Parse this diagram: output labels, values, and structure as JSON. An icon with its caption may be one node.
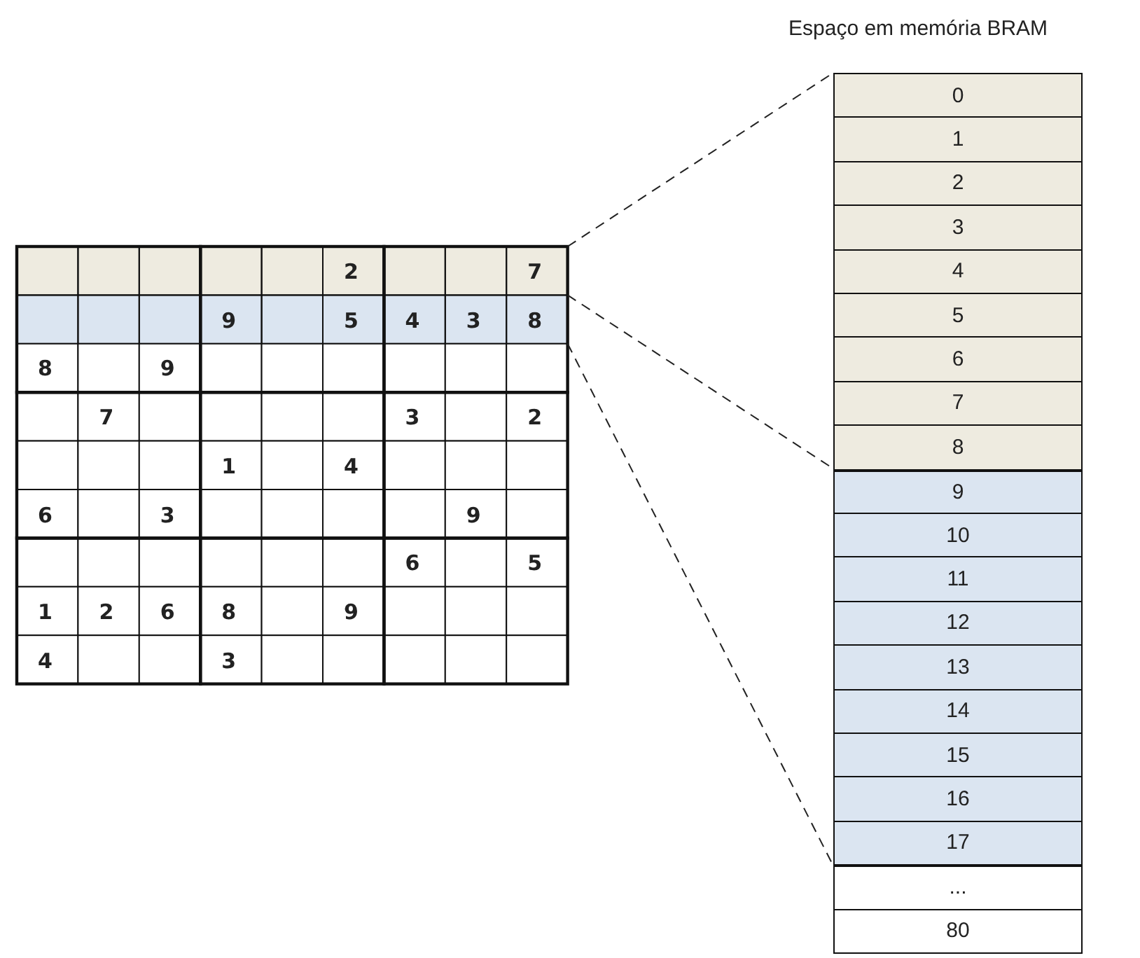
{
  "diagram": {
    "title": "Espaço em memória BRAM",
    "nodes": [
      {
        "text": [],
        "shape": "bar"
      },
      {
        "text": [],
        "shape": "bar"
      },
      {
        "text": [
          "0"
        ]
      },
      {
        "text": [
          "1"
        ]
      },
      {
        "text": [
          "2"
        ]
      },
      {
        "text": [
          "3"
        ]
      },
      {
        "text": [
          "4"
        ]
      },
      {
        "text": [
          "5"
        ]
      },
      {
        "text": [
          "6"
        ]
      },
      {
        "text": [
          "7"
        ]
      },
      {
        "text": [
          "8"
        ]
      },
      {
        "text": [
          "9"
        ]
      },
      {
        "text": [
          "10"
        ]
      },
      {
        "text": [
          "11"
        ]
      },
      {
        "text": [
          "12"
        ]
      },
      {
        "text": [
          "13"
        ]
      },
      {
        "text": [
          "14"
        ]
      },
      {
        "text": [
          "15"
        ]
      },
      {
        "text": [
          "16"
        ]
      },
      {
        "text": [
          "17"
        ]
      },
      {
        "text": [
          "..."
        ]
      },
      {
        "text": [
          "80"
        ]
      }
    ],
    "edges": [
      {
        "from": 0,
        "to": 2,
        "arrow": "none",
        "style": "dashed"
      },
      {
        "from": 1,
        "to": 11,
        "arrow": "none",
        "style": "dashed"
      },
      {
        "from": 1,
        "to": 19,
        "arrow": "none",
        "style": "dashed"
      }
    ],
    "labels": [
      "2",
      "7",
      "9",
      "5",
      "4",
      "3",
      "8",
      "8",
      "9",
      "7",
      "3",
      "2",
      "1",
      "4",
      "6",
      "3",
      "9",
      "6",
      "5",
      "1",
      "2",
      "6",
      "8",
      "9",
      "4",
      "3"
    ]
  }
}
